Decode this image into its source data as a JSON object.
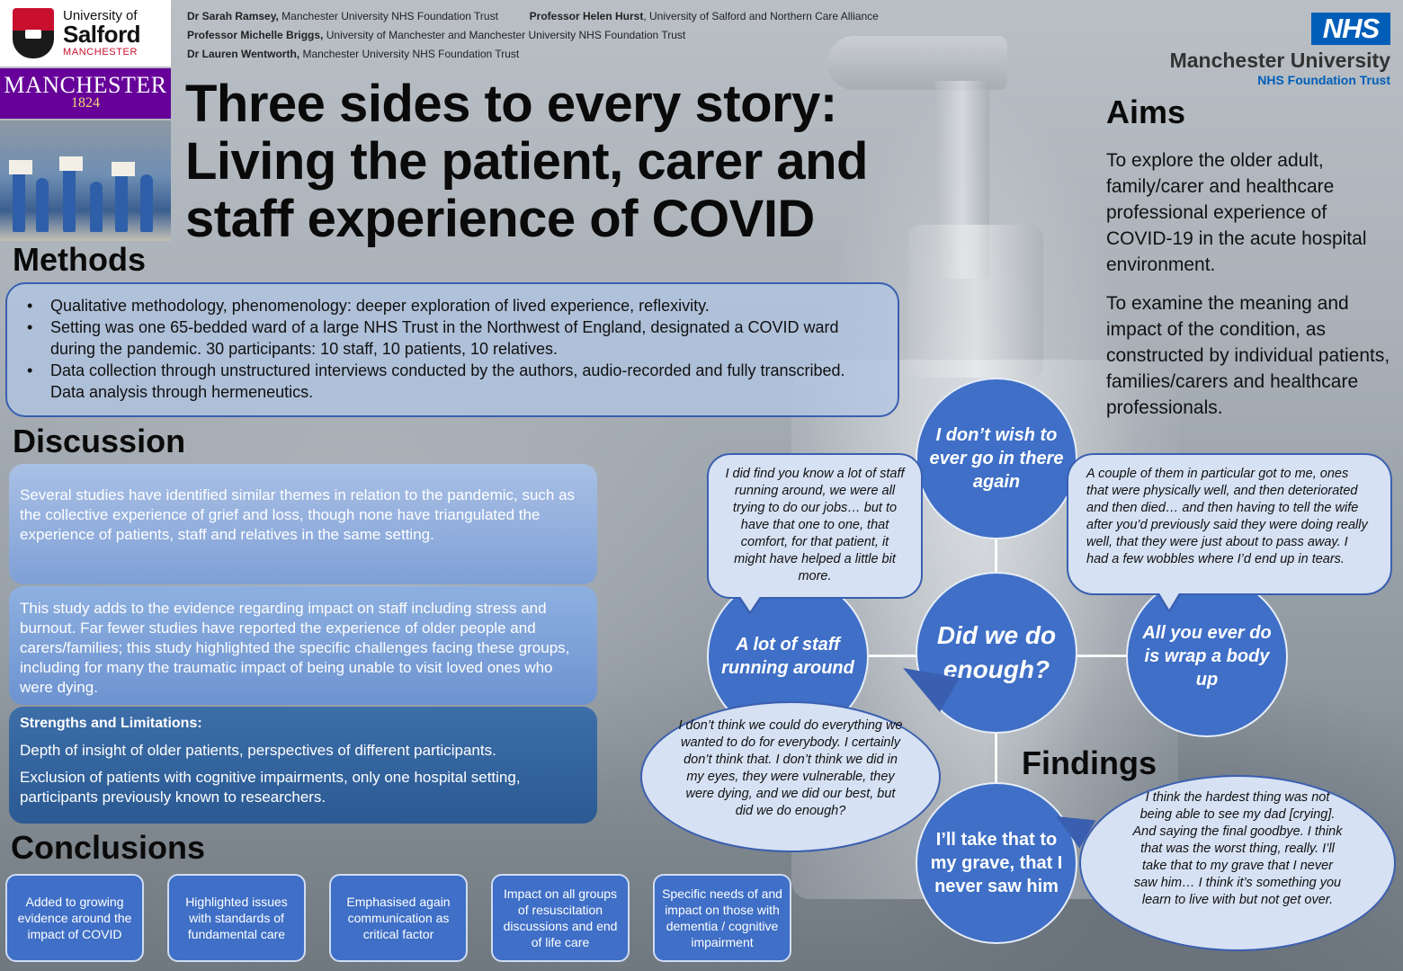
{
  "logos": {
    "salford_line1": "University of",
    "salford_line2": "Salford",
    "salford_line3": "MANCHESTER",
    "manchester_name": "MANCHESTER",
    "manchester_year": "1824",
    "nhs": "NHS",
    "nhs_org_name": "Manchester University",
    "nhs_org_sub": "NHS Foundation Trust"
  },
  "authors": [
    {
      "name": "Dr Sarah Ramsey,",
      "affiliation": " Manchester University NHS Foundation Trust"
    },
    {
      "name": "Professor Helen Hurst",
      "affiliation": ", University of Salford and Northern Care Alliance"
    },
    {
      "name": "Professor Michelle Briggs,",
      "affiliation": " University of Manchester and Manchester University NHS Foundation Trust"
    },
    {
      "name": "Dr Lauren Wentworth,",
      "affiliation": " Manchester University NHS Foundation Trust"
    }
  ],
  "title_lines": [
    "Three sides to every story:",
    "Living the patient, carer and",
    "staff experience of COVID"
  ],
  "methods": {
    "heading": "Methods",
    "bullets": [
      "Qualitative methodology, phenomenology: deeper exploration of lived experience, reflexivity.",
      "Setting was one 65-bedded ward of a large NHS Trust in the Northwest of England, designated a COVID ward during the pandemic.  30 participants: 10 staff, 10 patients, 10 relatives.",
      "Data collection through unstructured interviews conducted by the authors, audio-recorded and fully transcribed.  Data analysis through hermeneutics."
    ]
  },
  "discussion": {
    "heading": "Discussion",
    "para1": "Several studies have identified similar themes in relation to the pandemic, such as the collective experience of grief and loss, though none have triangulated the experience of patients, staff and relatives in the same setting.",
    "para2": "This study adds to the evidence regarding impact on staff including stress and  burnout.  Far fewer studies have reported  the experience of older people and carers/families; this study highlighted the specific challenges facing these groups, including for many the traumatic impact of being unable to visit loved ones who were dying.",
    "strengths_heading": "Strengths and Limitations:",
    "strengths": "Depth of insight of older patients, perspectives of different participants.",
    "limitations": "Exclusion of patients with cognitive impairments, only one hospital setting, participants previously known to researchers."
  },
  "conclusions": {
    "heading": "Conclusions",
    "items": [
      "Added to growing evidence around the impact of COVID",
      "Highlighted issues with standards of fundamental care",
      "Emphasised again communication as critical factor",
      "Impact on all groups of resuscitation discussions and end of life care",
      "Specific needs of and impact on those with dementia / cognitive impairment"
    ]
  },
  "aims": {
    "heading": "Aims",
    "para1": "To explore the older adult, family/carer and healthcare professional experience of COVID-19 in the acute hospital environment.",
    "para2": "To examine the meaning and impact of the condition, as constructed by individual patients, families/carers and healthcare professionals."
  },
  "findings": {
    "heading": "Findings",
    "center": "Did we do enough?",
    "top": "I don’t wish to ever go in there again",
    "left": "A lot of staff running around",
    "right": "All you ever do is wrap a body up",
    "bottom": "I’ll take that to my grave, that I never saw him",
    "quote_left": "I did find you know a lot of staff running around, we were all trying to do our jobs… but to have that one to one, that comfort, for that patient, it might have helped a little bit more.",
    "quote_right": "A couple of them in particular got to me, ones that were physically well, and then deteriorated and then died… and then having to tell the wife after you’d previously said they were doing really well, that they were just about to pass away.  I had a few wobbles where I’d end up in tears.",
    "quote_center": "I don’t think we could do everything we wanted to do for everybody. I certainly don’t think that. I don’t think we did in my eyes, they were vulnerable, they were dying, and we did our best, but did we do enough?",
    "quote_bottom": "I think the hardest thing was not being able to see my dad [crying].  And saying the final goodbye.  I think that was the worst thing, really.  I’ll take that to my grave that I never saw him… I think it’s something you learn to live with but not get over."
  },
  "colors": {
    "accent_blue": "#3f6fc6",
    "nhs_blue": "#005eb8",
    "manchester_purple": "#660099",
    "salford_red": "#c8102e"
  }
}
